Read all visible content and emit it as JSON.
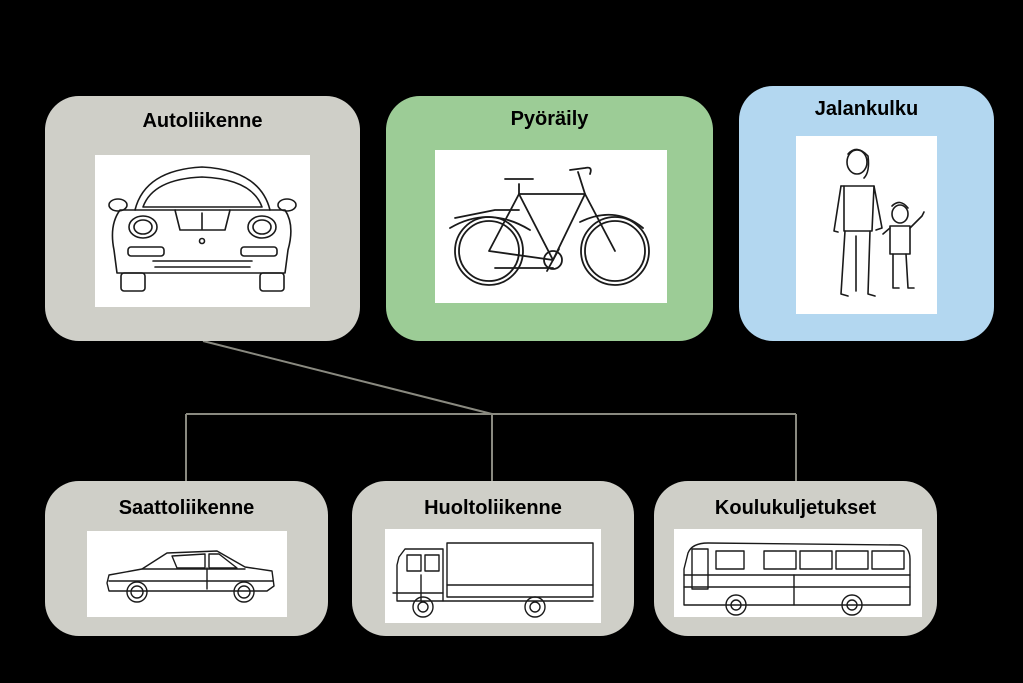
{
  "colors": {
    "background": "#000000",
    "car_box": "#cfcfc8",
    "bike_box": "#9ccc96",
    "walk_box": "#b3d7f0",
    "connector": "#8a8a80",
    "image_bg": "#ffffff",
    "drawing_stroke": "#1a1a1a"
  },
  "top_row": {
    "car": {
      "title": "Autoliikenne",
      "icon": "sports-car-icon"
    },
    "bike": {
      "title": "Pyöräily",
      "icon": "bicycle-icon"
    },
    "walk": {
      "title": "Jalankulku",
      "icon": "pedestrians-icon"
    }
  },
  "bottom_row": {
    "dropoff": {
      "title": "Saattoliikenne",
      "icon": "sedan-icon"
    },
    "service": {
      "title": "Huoltoliikenne",
      "icon": "truck-icon"
    },
    "school": {
      "title": "Koulukuljetukset",
      "icon": "bus-icon"
    }
  }
}
